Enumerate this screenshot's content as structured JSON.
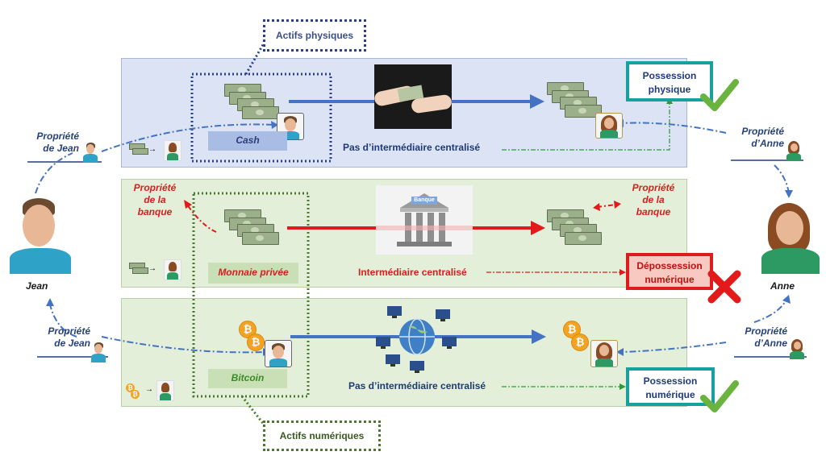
{
  "title_tags": {
    "physical_assets": "Actifs physiques",
    "digital_assets": "Actifs numériques"
  },
  "rows": [
    {
      "asset_label": "Cash",
      "middle_label": "Pas d’intermédiaire centralisé",
      "result_label_line1": "Possession",
      "result_label_line2": "physique",
      "result_status": "check",
      "arrow_color": "#4472c4"
    },
    {
      "asset_label": "Monnaie privée",
      "middle_label": "Intermédiaire centralisé",
      "result_label_line1": "Dépossession",
      "result_label_line2": "numérique",
      "result_status": "cross",
      "arrow_color": "#e11b1b",
      "bank_sign": "Banque",
      "bank_owner_left": [
        "Propriété",
        "de la",
        "banque"
      ],
      "bank_owner_right": [
        "Propriété",
        "de la",
        "banque"
      ]
    },
    {
      "asset_label": "Bitcoin",
      "middle_label": "Pas d’intermédiaire centralisé",
      "result_label_line1": "Possession",
      "result_label_line2": "numérique",
      "result_status": "check",
      "arrow_color": "#4472c4"
    }
  ],
  "people": {
    "left_name": "Jean",
    "right_name": "Anne"
  },
  "owners": {
    "jean_top": [
      "Propriété",
      "de Jean"
    ],
    "anne_top": [
      "Propriété",
      "d’Anne"
    ],
    "jean_bottom": [
      "Propriété",
      "de Jean"
    ],
    "anne_bottom": [
      "Propriété",
      "d’Anne"
    ]
  },
  "colors": {
    "blue_band": "#dbe3f4",
    "green_band": "#e3efd9",
    "teal_box": "#17a0a0",
    "red_box": "#e11b1b",
    "check_green": "#6ab33f",
    "cross_red": "#e21a1a"
  }
}
